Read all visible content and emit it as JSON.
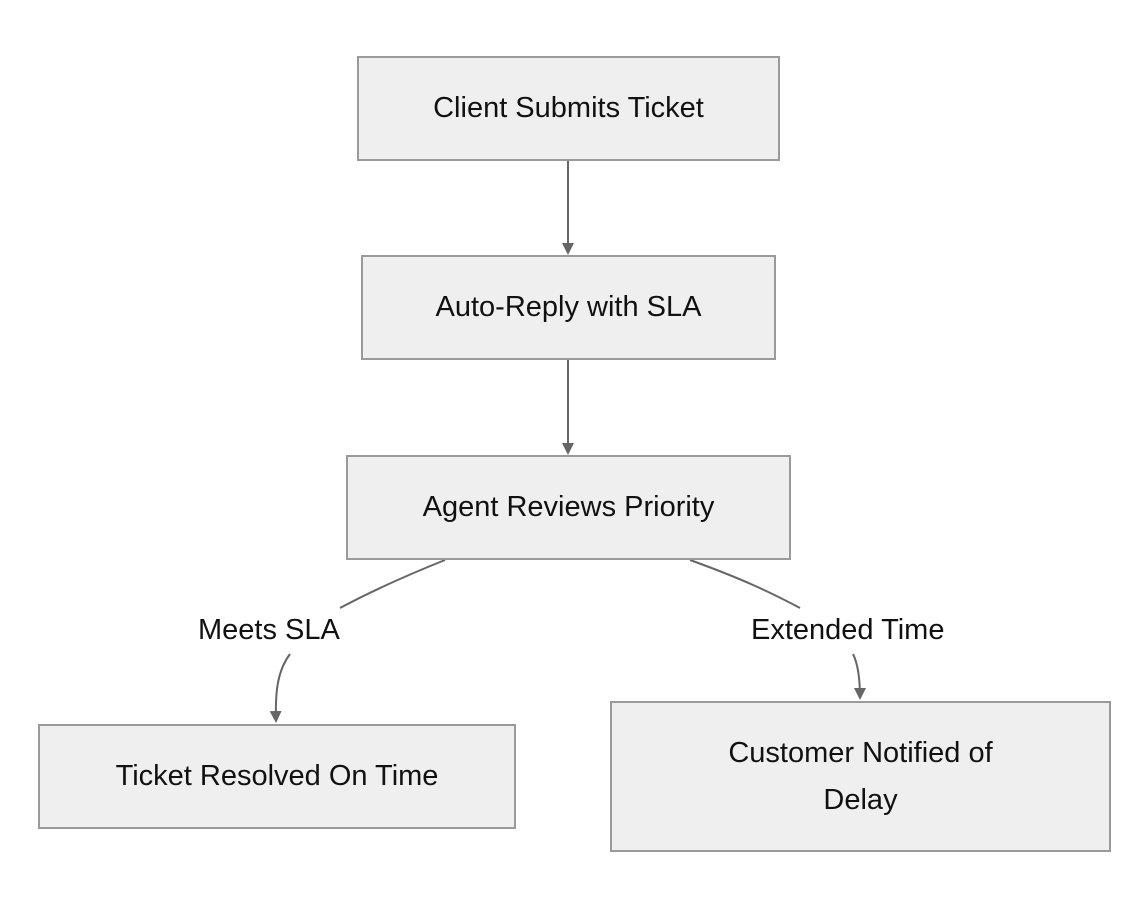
{
  "diagram": {
    "type": "flowchart",
    "colors": {
      "node_fill": "#efefef",
      "node_border": "#9a9a9a",
      "edge": "#666666",
      "text": "#111111"
    },
    "nodes": {
      "client_submits": {
        "label": "Client Submits Ticket"
      },
      "auto_reply": {
        "label": "Auto-Reply with SLA"
      },
      "agent_reviews": {
        "label": "Agent Reviews Priority"
      },
      "resolved_on_time": {
        "label": "Ticket Resolved On Time"
      },
      "customer_notified": {
        "label": "Customer Notified of Delay"
      }
    },
    "edges": [
      {
        "from": "client_submits",
        "to": "auto_reply",
        "label": ""
      },
      {
        "from": "auto_reply",
        "to": "agent_reviews",
        "label": ""
      },
      {
        "from": "agent_reviews",
        "to": "resolved_on_time",
        "label": "Meets SLA"
      },
      {
        "from": "agent_reviews",
        "to": "customer_notified",
        "label": "Extended Time"
      }
    ],
    "edge_labels": {
      "meets_sla": "Meets SLA",
      "extended_time": "Extended Time"
    }
  }
}
